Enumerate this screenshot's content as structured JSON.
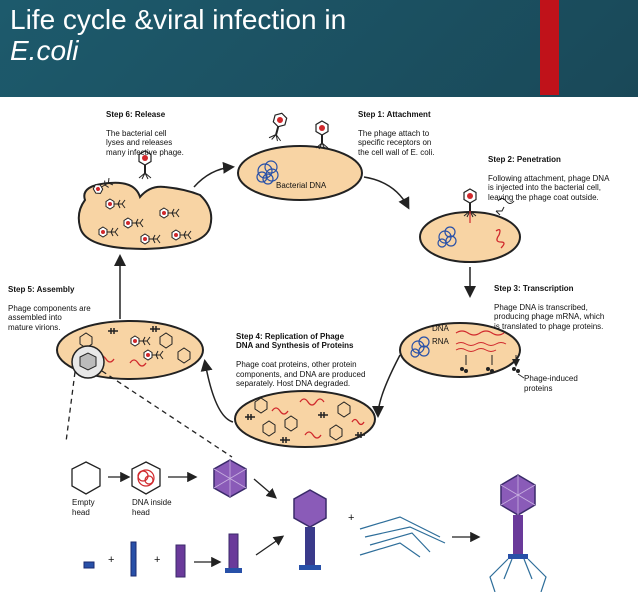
{
  "slide": {
    "title_line1": "Life cycle &viral infection in",
    "title_line2": "E.coli"
  },
  "steps": {
    "release": {
      "heading": "Step 6: Release",
      "text": "The bacterial cell\nlyses and releases\nmany infective phage."
    },
    "attachment": {
      "heading": "Step 1: Attachment",
      "text": "The phage attach to\nspecific receptors on\nthe cell wall of E. coli."
    },
    "penetration": {
      "heading": "Step 2: Penetration",
      "text": "Following attachment, phage DNA\nis injected into the bacterial cell,\nleaving the phage coat outside."
    },
    "transcription": {
      "heading": "Step 3: Transcription",
      "text": "Phage DNA is transcribed,\nproducing phage mRNA, which\nis translated to phage proteins."
    },
    "replication": {
      "heading": "Step 4: Replication of Phage\nDNA and Synthesis of Proteins",
      "text": "Phage coat proteins, other protein\ncomponents, and DNA are produced\nseparately. Host DNA degraded."
    },
    "assembly": {
      "heading": "Step 5: Assembly",
      "text": "Phage components are\nassembled into\nmature virions."
    }
  },
  "labels": {
    "bacterial_dna": "Bacterial DNA",
    "dna": "DNA",
    "rna": "RNA",
    "phage_proteins": "Phage-induced\nproteins",
    "empty_head": "Empty\nhead",
    "dna_inside_head": "DNA inside\nhead",
    "plus": "+"
  },
  "colors": {
    "background": "#1d5a6c",
    "accent": "#c0121a",
    "cell_fill": "#f8d4a4",
    "phage_head": "#8a5bb8",
    "phage_tail": "#3a3a8a",
    "fibers": "#2e6e9a",
    "dna_red": "#d0282c",
    "dna_blue": "#2850a8"
  }
}
